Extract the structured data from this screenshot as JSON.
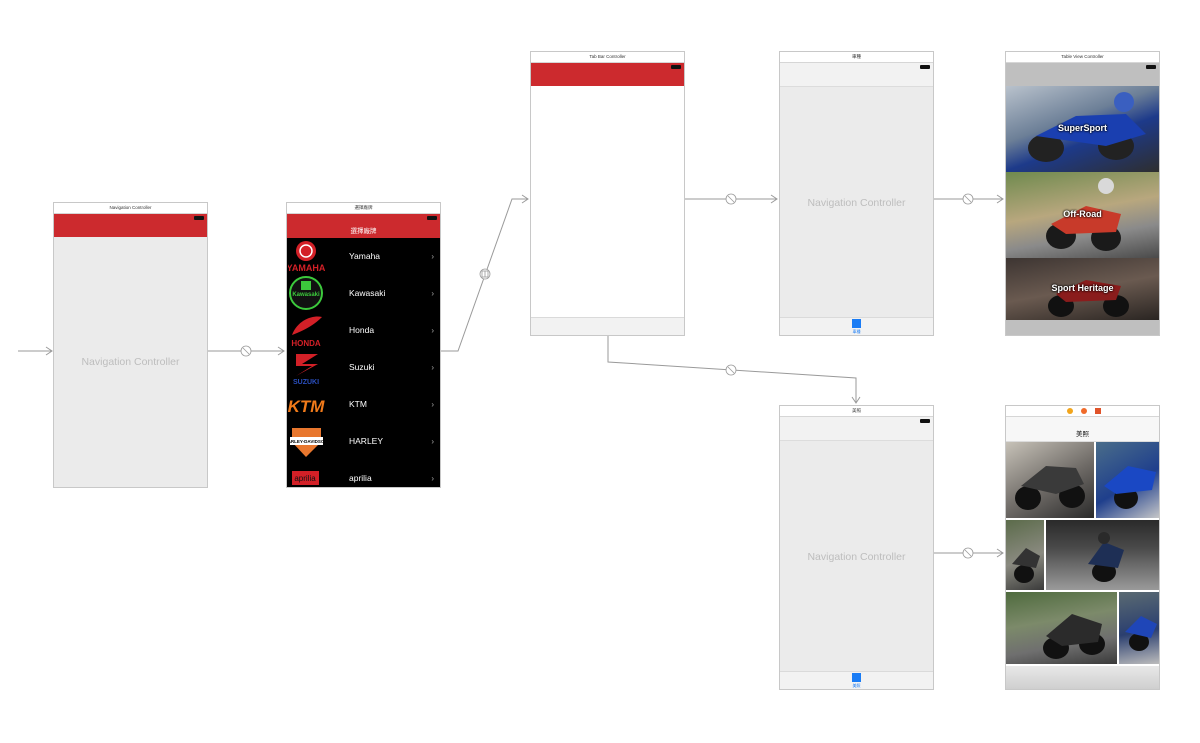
{
  "scenes": {
    "root_nav": {
      "title": "Navigation Controller",
      "body_label": "Navigation Controller"
    },
    "brand_list": {
      "title": "選擇廠牌",
      "nav_title": "選擇廠牌",
      "rows": [
        {
          "name": "Yamaha",
          "logo_icon": "yamaha-logo-icon",
          "logo_text": "YAMAHA"
        },
        {
          "name": "Kawasaki",
          "logo_icon": "kawasaki-logo-icon",
          "logo_text": "Kawasaki"
        },
        {
          "name": "Honda",
          "logo_icon": "honda-logo-icon",
          "logo_text": "HONDA"
        },
        {
          "name": "Suzuki",
          "logo_icon": "suzuki-logo-icon",
          "logo_text": "SUZUKI"
        },
        {
          "name": "KTM",
          "logo_icon": "ktm-logo-icon",
          "logo_text": "KTM"
        },
        {
          "name": "HARLEY",
          "logo_icon": "harley-davidson-logo-icon",
          "logo_text": "HARLEY-DAVIDSON"
        },
        {
          "name": "aprilia",
          "logo_icon": "aprilia-logo-icon",
          "logo_text": "aprilia"
        }
      ],
      "chevron": "›"
    },
    "tab_bar": {
      "title": "Tab Bar Controller"
    },
    "nav_category": {
      "title": "車種",
      "body_label": "Navigation Controller",
      "tab_label": "車種"
    },
    "table_view": {
      "title": "Table View Controller",
      "cells": [
        "SuperSport",
        "Off-Road",
        "Sport Heritage"
      ]
    },
    "nav_gallery": {
      "title": "美照",
      "body_label": "Navigation Controller",
      "tab_label": "美照"
    },
    "gallery": {
      "nav_title": "美照"
    }
  },
  "colors": {
    "brand_red": "#cc2a2e",
    "canvas": "#ffffff",
    "scene_fill": "#ebebeb",
    "accent_blue": "#1a7cf5",
    "segue_line": "#9a9a9a"
  }
}
